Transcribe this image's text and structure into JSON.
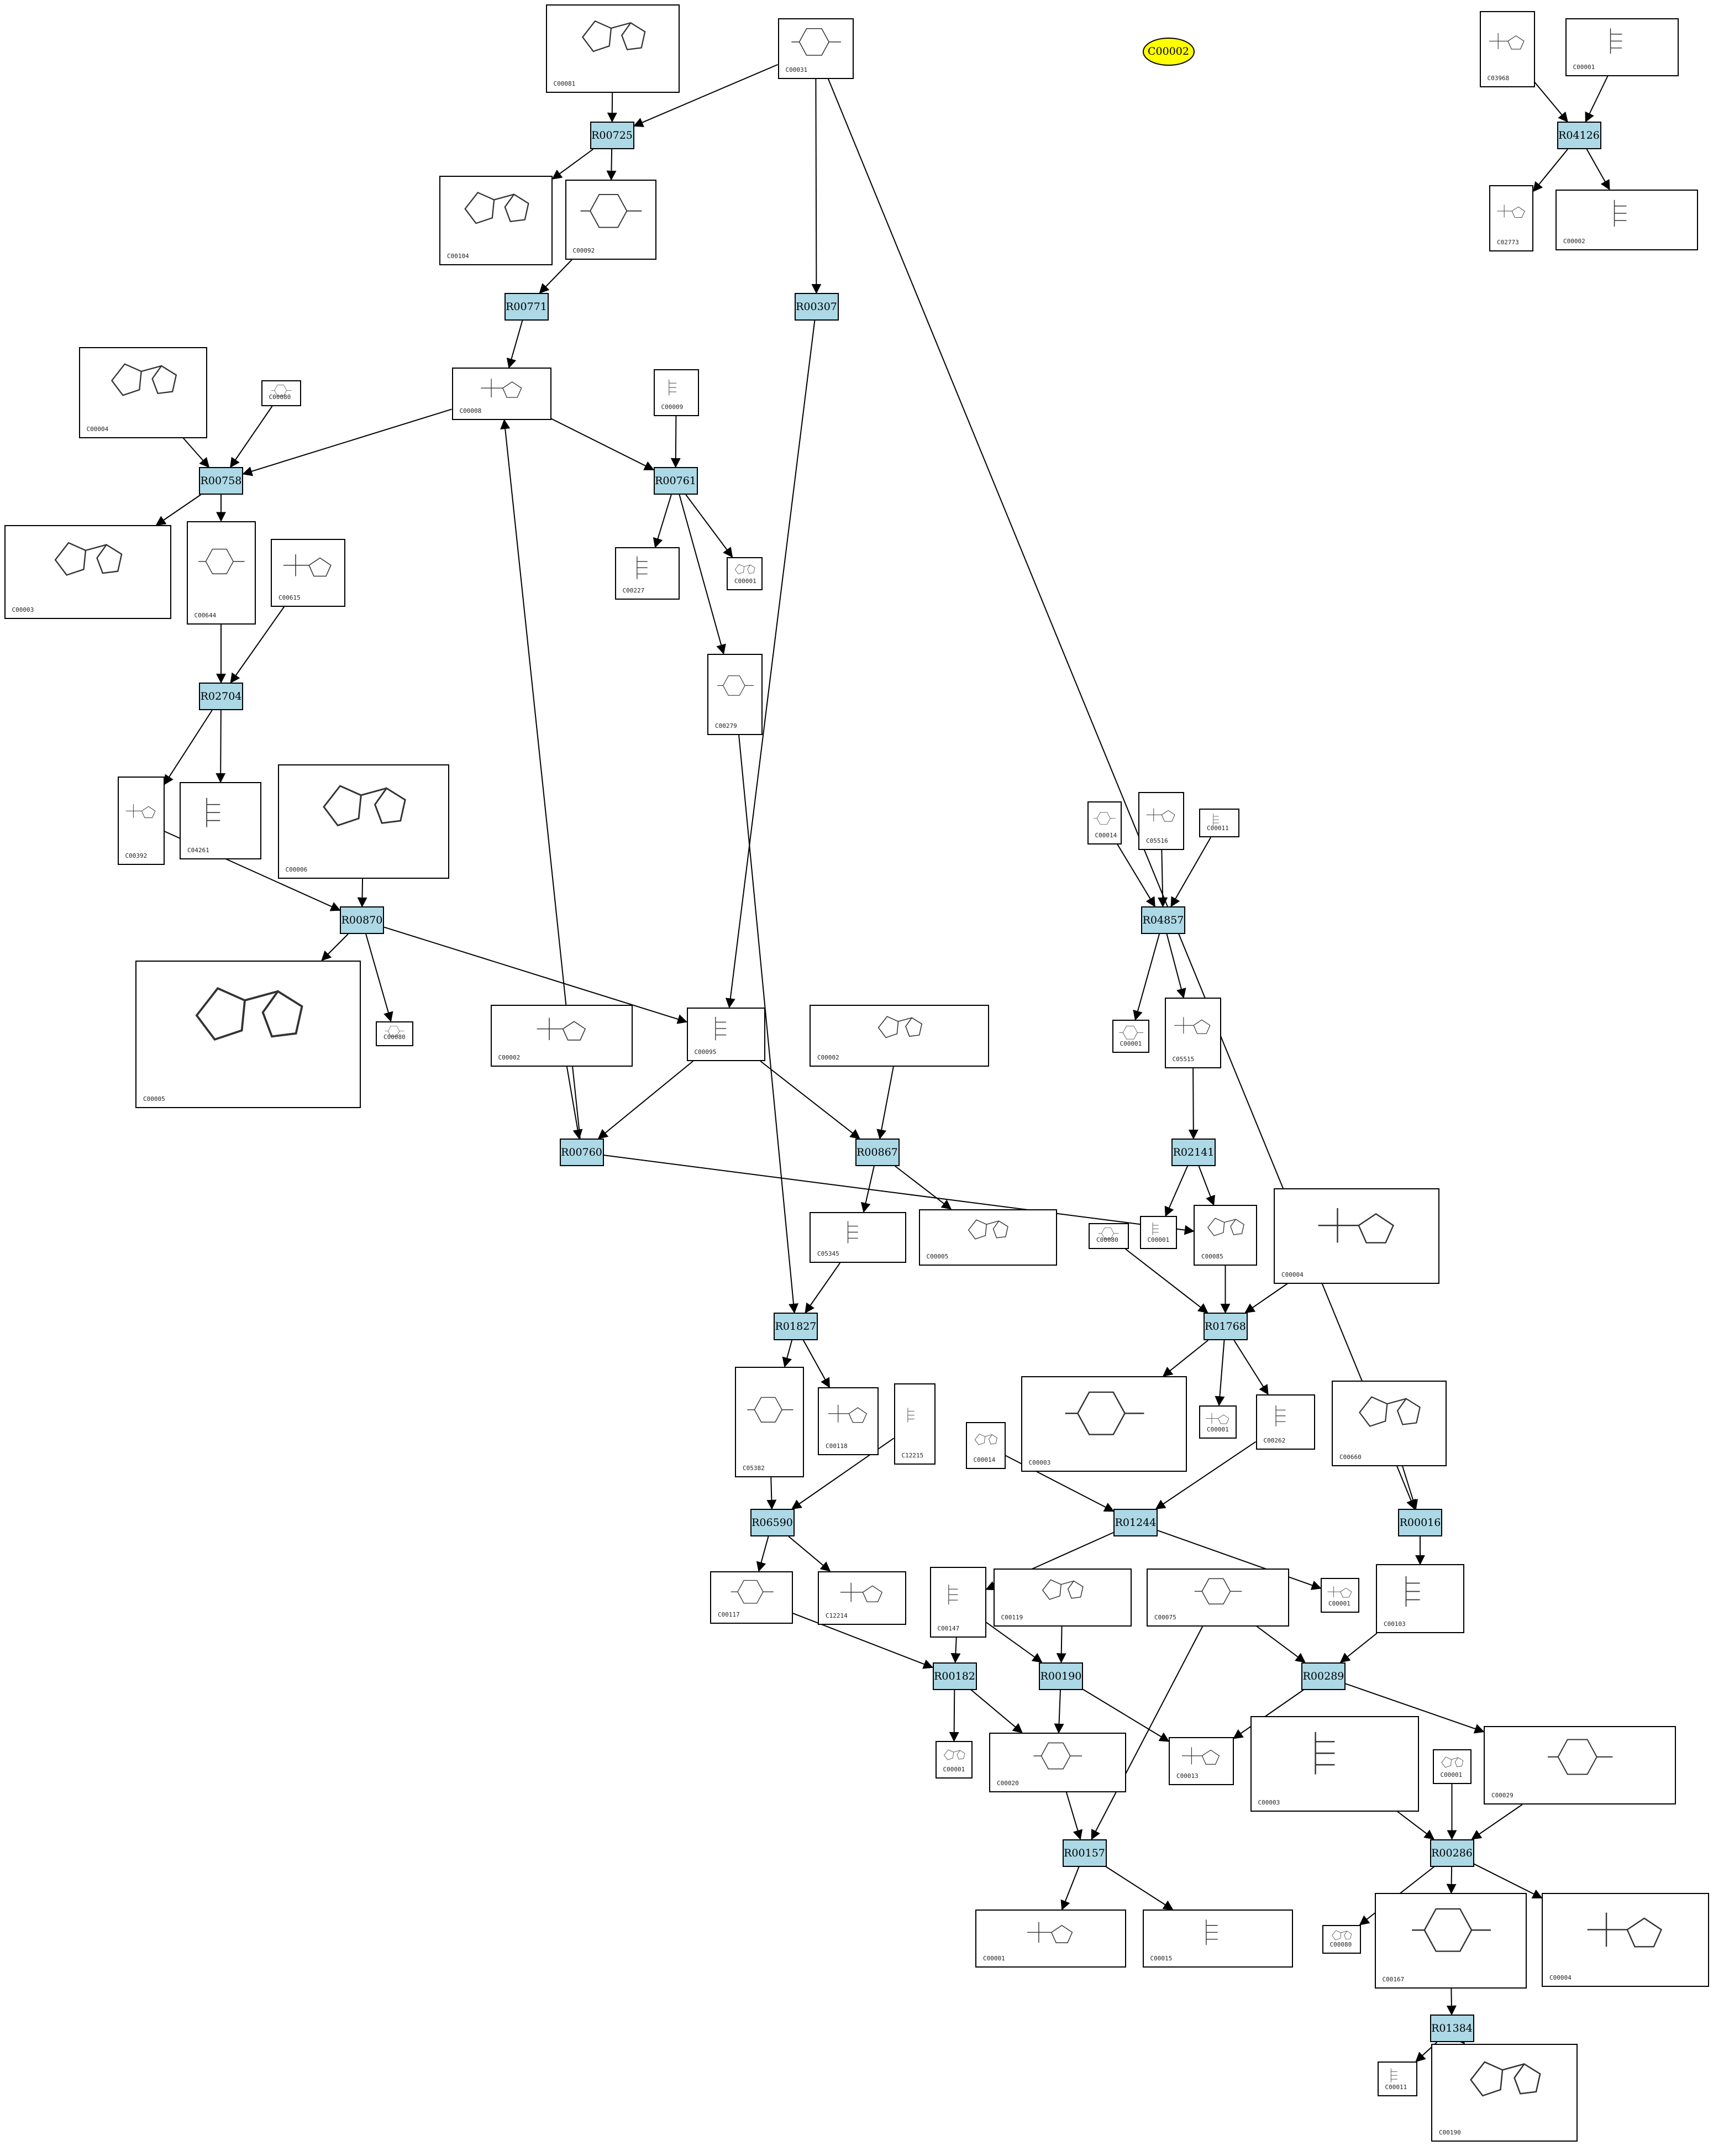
{
  "highlight": {
    "id": "C00002",
    "fill": "#ffff00"
  },
  "colors": {
    "reaction_fill": "#add8e6",
    "edge": "#000000",
    "box_border": "#000000"
  },
  "reactions": [
    "R00725",
    "R00771",
    "R00307",
    "R04126",
    "R00758",
    "R00761",
    "R02704",
    "R00870",
    "R00760",
    "R00867",
    "R04857",
    "R02141",
    "R01827",
    "R01768",
    "R06590",
    "R01244",
    "R00016",
    "R00182",
    "R00190",
    "R00289",
    "R00157",
    "R00286",
    "R01384"
  ],
  "compounds": [
    "C00081",
    "C00031",
    "C03968",
    "C00001",
    "C00104",
    "C00092",
    "C02773",
    "C00002",
    "C00004",
    "C00080",
    "C00008",
    "C00009",
    "C00003",
    "C00644",
    "C00615",
    "C00227",
    "C00001",
    "C00279",
    "C00392",
    "C04261",
    "C00006",
    "C00014",
    "C05516",
    "C00011",
    "C00005",
    "C00080",
    "C00002",
    "C00095",
    "C00002",
    "C00001",
    "C05515",
    "C00001",
    "C00085",
    "C00080",
    "C00004",
    "C05345",
    "C00005",
    "C05382",
    "C00118",
    "C12215",
    "C00014",
    "C00003",
    "C00001",
    "C00262",
    "C00660",
    "C00117",
    "C12214",
    "C00147",
    "C00119",
    "C00075",
    "C00001",
    "C00103",
    "C00001",
    "C00020",
    "C00013",
    "C00003",
    "C00001",
    "C00029",
    "C00001",
    "C00015",
    "C00080",
    "C00167",
    "C00004",
    "C00011",
    "C00190"
  ]
}
